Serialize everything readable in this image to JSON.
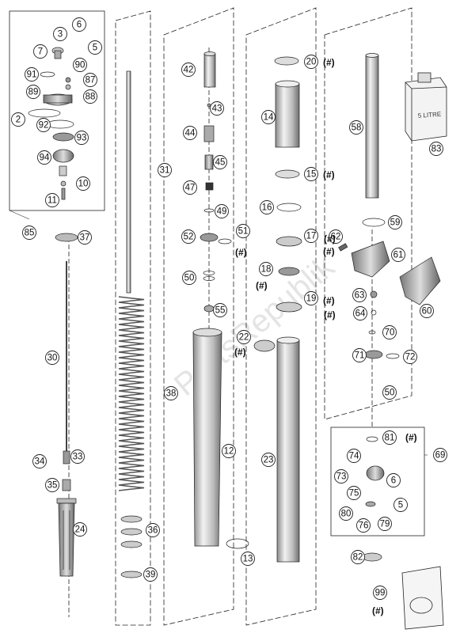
{
  "watermark": "PartsRepublik",
  "hash_label": "(#)",
  "can_label": "5 LITRE",
  "callouts": [
    {
      "id": "c3",
      "text": "3"
    },
    {
      "id": "c6a",
      "text": "6"
    },
    {
      "id": "c5a",
      "text": "5"
    },
    {
      "id": "c7",
      "text": "7"
    },
    {
      "id": "c90",
      "text": "90"
    },
    {
      "id": "c91",
      "text": "91"
    },
    {
      "id": "c87",
      "text": "87"
    },
    {
      "id": "c89",
      "text": "89"
    },
    {
      "id": "c88",
      "text": "88"
    },
    {
      "id": "c2",
      "text": "2"
    },
    {
      "id": "c92",
      "text": "92"
    },
    {
      "id": "c93",
      "text": "93"
    },
    {
      "id": "c94",
      "text": "94"
    },
    {
      "id": "c10",
      "text": "10"
    },
    {
      "id": "c11",
      "text": "11"
    },
    {
      "id": "c85",
      "text": "85"
    },
    {
      "id": "c37",
      "text": "37"
    },
    {
      "id": "c30",
      "text": "30"
    },
    {
      "id": "c34",
      "text": "34"
    },
    {
      "id": "c33",
      "text": "33"
    },
    {
      "id": "c35",
      "text": "35"
    },
    {
      "id": "c24",
      "text": "24"
    },
    {
      "id": "c31",
      "text": "31"
    },
    {
      "id": "c38",
      "text": "38"
    },
    {
      "id": "c36",
      "text": "36"
    },
    {
      "id": "c39",
      "text": "39"
    },
    {
      "id": "c42",
      "text": "42"
    },
    {
      "id": "c43",
      "text": "43"
    },
    {
      "id": "c44",
      "text": "44"
    },
    {
      "id": "c45",
      "text": "45"
    },
    {
      "id": "c47",
      "text": "47"
    },
    {
      "id": "c49",
      "text": "49"
    },
    {
      "id": "c52",
      "text": "52"
    },
    {
      "id": "c51",
      "text": "51"
    },
    {
      "id": "c50a",
      "text": "50"
    },
    {
      "id": "c55",
      "text": "55"
    },
    {
      "id": "c12",
      "text": "12"
    },
    {
      "id": "c20",
      "text": "20"
    },
    {
      "id": "c14",
      "text": "14"
    },
    {
      "id": "c15",
      "text": "15"
    },
    {
      "id": "c16",
      "text": "16"
    },
    {
      "id": "c17",
      "text": "17"
    },
    {
      "id": "c18",
      "text": "18"
    },
    {
      "id": "c19",
      "text": "19"
    },
    {
      "id": "c22",
      "text": "22"
    },
    {
      "id": "c23",
      "text": "23"
    },
    {
      "id": "c13",
      "text": "13"
    },
    {
      "id": "c58",
      "text": "58"
    },
    {
      "id": "c83",
      "text": "83"
    },
    {
      "id": "c59",
      "text": "59"
    },
    {
      "id": "c62",
      "text": "62"
    },
    {
      "id": "c61",
      "text": "61"
    },
    {
      "id": "c60",
      "text": "60"
    },
    {
      "id": "c63",
      "text": "63"
    },
    {
      "id": "c64",
      "text": "64"
    },
    {
      "id": "c70",
      "text": "70"
    },
    {
      "id": "c71",
      "text": "71"
    },
    {
      "id": "c72",
      "text": "72"
    },
    {
      "id": "c50b",
      "text": "50"
    },
    {
      "id": "c81",
      "text": "81"
    },
    {
      "id": "c69",
      "text": "69"
    },
    {
      "id": "c74",
      "text": "74"
    },
    {
      "id": "c73",
      "text": "73"
    },
    {
      "id": "c6b",
      "text": "6"
    },
    {
      "id": "c75",
      "text": "75"
    },
    {
      "id": "c5b",
      "text": "5"
    },
    {
      "id": "c80",
      "text": "80"
    },
    {
      "id": "c76",
      "text": "76"
    },
    {
      "id": "c79",
      "text": "79"
    },
    {
      "id": "c82",
      "text": "82"
    },
    {
      "id": "c99",
      "text": "99"
    }
  ]
}
